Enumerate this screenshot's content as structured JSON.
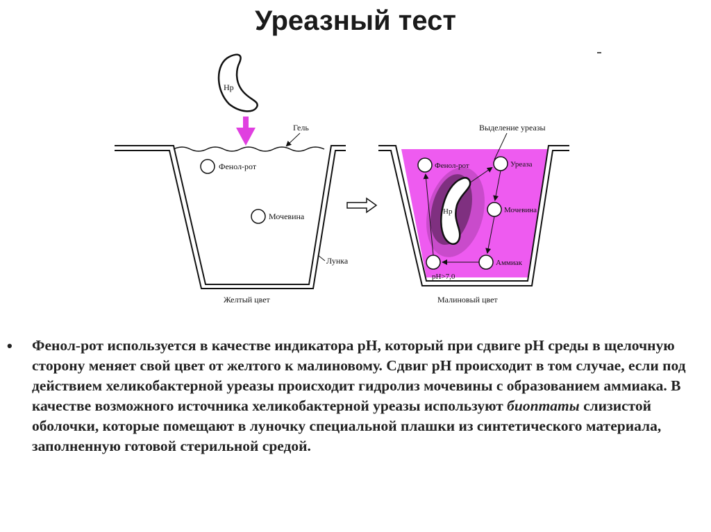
{
  "title": "Уреазный тест",
  "diagram": {
    "left": {
      "bacterium": "Hp",
      "gel": "Гель",
      "phenol_red": "Фенол-рот",
      "urea": "Мочевина",
      "well": "Лунка",
      "caption": "Желтый цвет"
    },
    "right": {
      "urease_release": "Выделение уреазы",
      "phenol_red": "Фенол-рот",
      "urease": "Уреаза",
      "bacterium": "Hp",
      "urea": "Мочевина",
      "ammonia": "Аммиак",
      "ph": "pH>7,0",
      "caption": "Малиновый цвет"
    },
    "colors": {
      "magenta": "#ee5bf0",
      "arrow": "#e040e0"
    }
  },
  "text": {
    "part1": "Фенол-рот используется в качестве индикатора pH, который при сдвиге pH среды в щелочную сторону меняет свой цвет от желтого к малиновому. Сдвиг pH происходит в том случае, если под действием хеликобактерной уреазы происходит гидролиз мочевины с образованием аммиака. В качестве возможного источника хеликобактерной уреазы используют ",
    "italic": "биоптаты",
    "part2": " слизистой оболочки, которые помещают в луночку специальной плашки из синтетического материала, заполненную готовой стерильной средой."
  }
}
